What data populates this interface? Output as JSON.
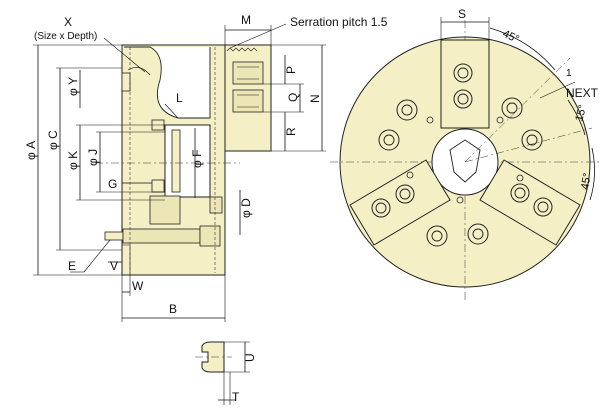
{
  "labels": {
    "X": "X",
    "size_depth": "(Size x Depth)",
    "M": "M",
    "serration": "Serration pitch 1.5",
    "L": "L",
    "phiY": "φ Y",
    "phiC": "φ C",
    "phiA": "φ A",
    "phiK": "φ K",
    "phiJ": "φ J",
    "G": "G",
    "phiF": "φ F",
    "phiD": "φ D",
    "P": "P",
    "Q": "Q",
    "N": "N",
    "R": "R",
    "E": "E",
    "V": "V",
    "W": "W",
    "B": "B",
    "U": "U",
    "T": "T",
    "S": "S",
    "angle_top": "45°",
    "angle_15": "15°",
    "angle_right": "45°",
    "next": "NEXT",
    "one": "1"
  },
  "colors": {
    "body_fill": "#f4efc4",
    "line": "#111111"
  }
}
